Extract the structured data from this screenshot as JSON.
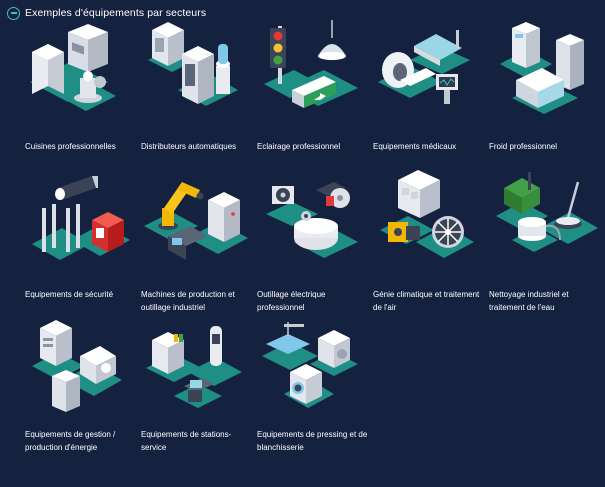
{
  "header": {
    "title": "Exemples d'équipements par secteurs",
    "toggle_icon": "minus-circle-icon"
  },
  "colors": {
    "background": "#14213f",
    "accent": "#3cc3c0",
    "platform": "#1f8f86"
  },
  "sectors": [
    {
      "label": "Cuisines professionnelles",
      "icon": "kitchen-icon"
    },
    {
      "label": "Distributeurs automatiques",
      "icon": "vending-icon"
    },
    {
      "label": "Eclairage professionnel",
      "icon": "lighting-icon"
    },
    {
      "label": "Equipements médicaux",
      "icon": "medical-icon"
    },
    {
      "label": "Froid professionnel",
      "icon": "refrigeration-icon"
    },
    {
      "label": "Equipements de sécurité",
      "icon": "security-icon"
    },
    {
      "label": "Machines de production et outillage industriel",
      "icon": "robot-arm-icon"
    },
    {
      "label": "Outillage électrique professionnel",
      "icon": "power-tools-icon"
    },
    {
      "label": "Génie climatique et traitement de l'air",
      "icon": "hvac-icon"
    },
    {
      "label": "Nettoyage industriel et traitement de l'eau",
      "icon": "cleaning-icon"
    },
    {
      "label": "Equipements de gestion / production d'énergie",
      "icon": "energy-icon"
    },
    {
      "label": "Equipements de stations-service",
      "icon": "fuel-station-icon"
    },
    {
      "label": "Equipements de pressing et de blanchisserie",
      "icon": "laundry-icon"
    }
  ]
}
